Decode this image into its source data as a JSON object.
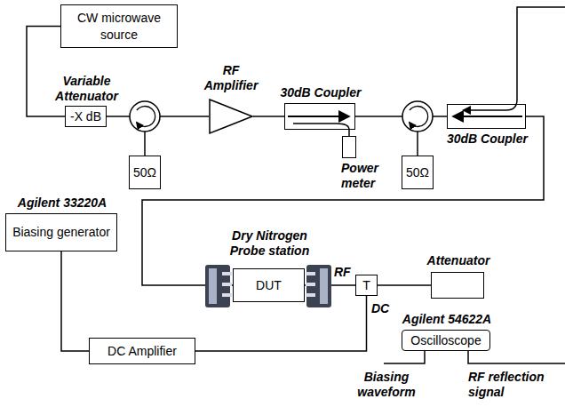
{
  "diagram": {
    "nodes": [
      {
        "text": [
          "CW microwave source"
        ]
      },
      {
        "text": [
          "Variable Attenuator",
          "-X dB"
        ]
      },
      {
        "text": [
          "50Ω"
        ]
      },
      {
        "text": [
          "RF Amplifier"
        ]
      },
      {
        "text": [
          "30dB Coupler"
        ]
      },
      {
        "text": [
          "Power meter"
        ]
      },
      {
        "text": [
          "50Ω"
        ]
      },
      {
        "text": [
          "30dB Coupler"
        ]
      },
      {
        "text": [
          "Agilent 33220A",
          "Biasing generator"
        ]
      },
      {
        "text": [
          "Dry Nitrogen Probe station",
          "DUT"
        ]
      },
      {
        "text": [
          "T"
        ]
      },
      {
        "text": [
          "Attenuator"
        ]
      },
      {
        "text": [
          "DC Amplifier"
        ]
      },
      {
        "text": [
          "Agilent 54622A",
          "Oscilloscope"
        ]
      }
    ],
    "edges": [
      {
        "from": 0,
        "to": 1,
        "arrow": "none"
      },
      {
        "from": 1,
        "to": 3,
        "arrow": "none"
      },
      {
        "from": 3,
        "to": 4,
        "arrow": "none"
      },
      {
        "from": 4,
        "to": 5,
        "arrow": "none"
      },
      {
        "from": 4,
        "to": 7,
        "arrow": "none"
      },
      {
        "from": 7,
        "to": 9,
        "arrow": "none"
      },
      {
        "from": 9,
        "to": 10,
        "arrow": "none"
      },
      {
        "from": 10,
        "to": 11,
        "arrow": "none"
      },
      {
        "from": 10,
        "to": 12,
        "arrow": "none"
      },
      {
        "from": 8,
        "to": 12,
        "arrow": "none"
      }
    ],
    "labels": [
      "RF",
      "DC",
      "Biasing waveform",
      "RF reflection signal"
    ]
  }
}
